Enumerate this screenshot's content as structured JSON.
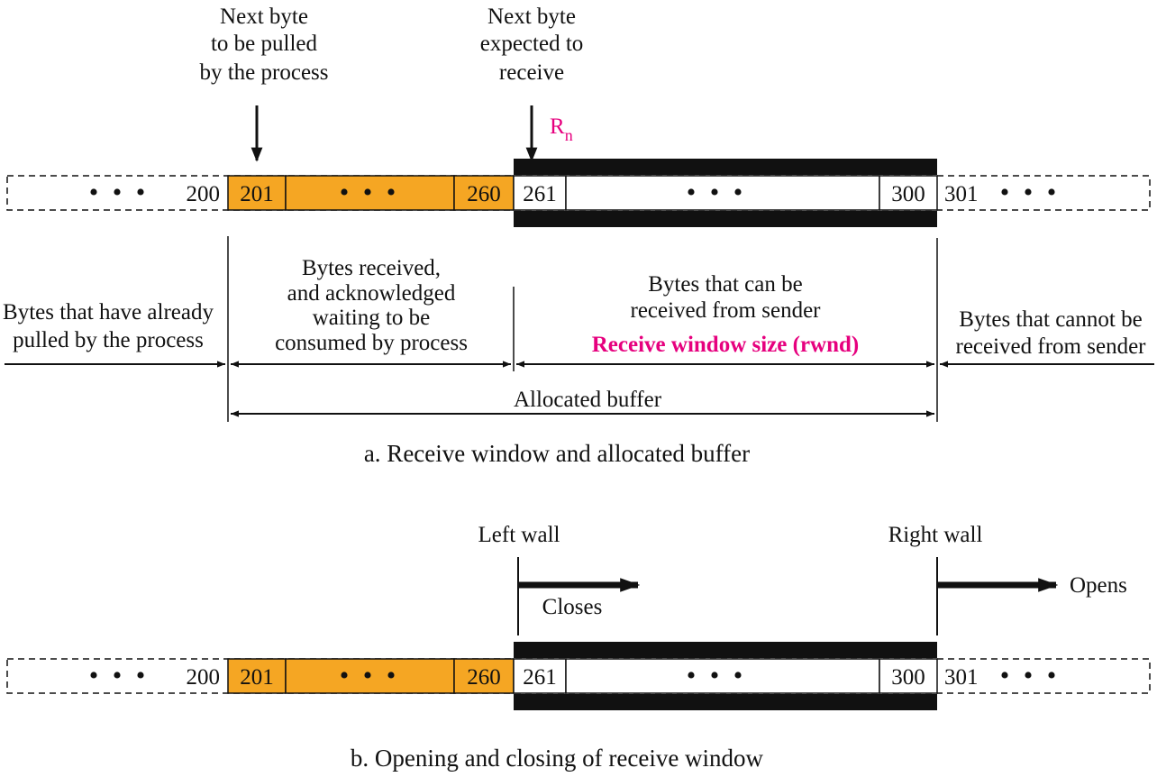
{
  "colors": {
    "consumed_fill": "#f5a623",
    "window_bar": "#111111",
    "accent": "#e6007e"
  },
  "panel_a": {
    "pointer_process": [
      "Next byte",
      "to be pulled",
      "by the process"
    ],
    "pointer_receive": [
      "Next byte",
      "expected to",
      "receive"
    ],
    "rn_label": "R",
    "rn_subscript": "n",
    "strip": {
      "dots_left": "• • •",
      "b200": "200",
      "b201": "201",
      "dots_mid": "• • •",
      "b260": "260",
      "b261": "261",
      "dots_window": "• • •",
      "b300": "300",
      "b301": "301",
      "dots_right": "• • •"
    },
    "region_pulled": [
      "Bytes that have already",
      "pulled by the process"
    ],
    "region_waiting": [
      "Bytes received,",
      "and  acknowledged",
      "waiting to be",
      "consumed by process"
    ],
    "region_receivable": [
      "Bytes that can be",
      "received from sender"
    ],
    "rwnd_label": "Receive window size (rwnd)",
    "region_not_receivable": [
      "Bytes that cannot be",
      "received from sender"
    ],
    "allocated_buffer": "Allocated buffer",
    "caption": "a. Receive window and allocated buffer"
  },
  "panel_b": {
    "left_wall": "Left wall",
    "right_wall": "Right wall",
    "closes": "Closes",
    "opens": "Opens",
    "strip": {
      "dots_left": "• • •",
      "b200": "200",
      "b201": "201",
      "dots_mid": "• • •",
      "b260": "260",
      "b261": "261",
      "dots_window": "• • •",
      "b300": "300",
      "b301": "301",
      "dots_right": "• • •"
    },
    "caption": "b. Opening and  closing of receive window"
  }
}
